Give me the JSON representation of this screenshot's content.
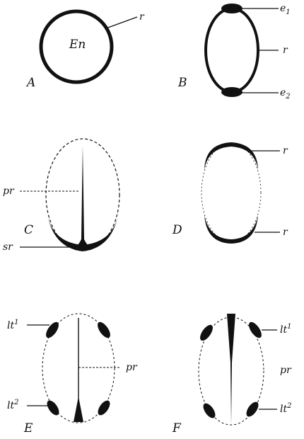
{
  "panels": [
    {
      "id": "A",
      "letter": "A",
      "labels": {
        "interior": "En",
        "ring": "r"
      }
    },
    {
      "id": "B",
      "letter": "B",
      "labels": {
        "top_thickening": "e",
        "top_sub": "1",
        "ring": "r",
        "bottom_thickening": "e",
        "bottom_sub": "2"
      }
    },
    {
      "id": "C",
      "letter": "C",
      "labels": {
        "primitive_streak": "pr",
        "sickle": "sr"
      }
    },
    {
      "id": "D",
      "letter": "D",
      "labels": {
        "upper_ring": "r",
        "lower_ring": "r"
      }
    },
    {
      "id": "E",
      "letter": "E",
      "labels": {
        "upper_pair": "lt",
        "upper_sup": "1",
        "streak": "pr",
        "lower_pair": "lt",
        "lower_sup": "2"
      }
    },
    {
      "id": "F",
      "letter": "F",
      "labels": {
        "upper_pair": "lt",
        "upper_sup": "1",
        "streak": "pr",
        "lower_pair": "lt",
        "lower_sup": "2"
      }
    }
  ],
  "colors": {
    "ink": "#111111",
    "background": "#ffffff"
  }
}
